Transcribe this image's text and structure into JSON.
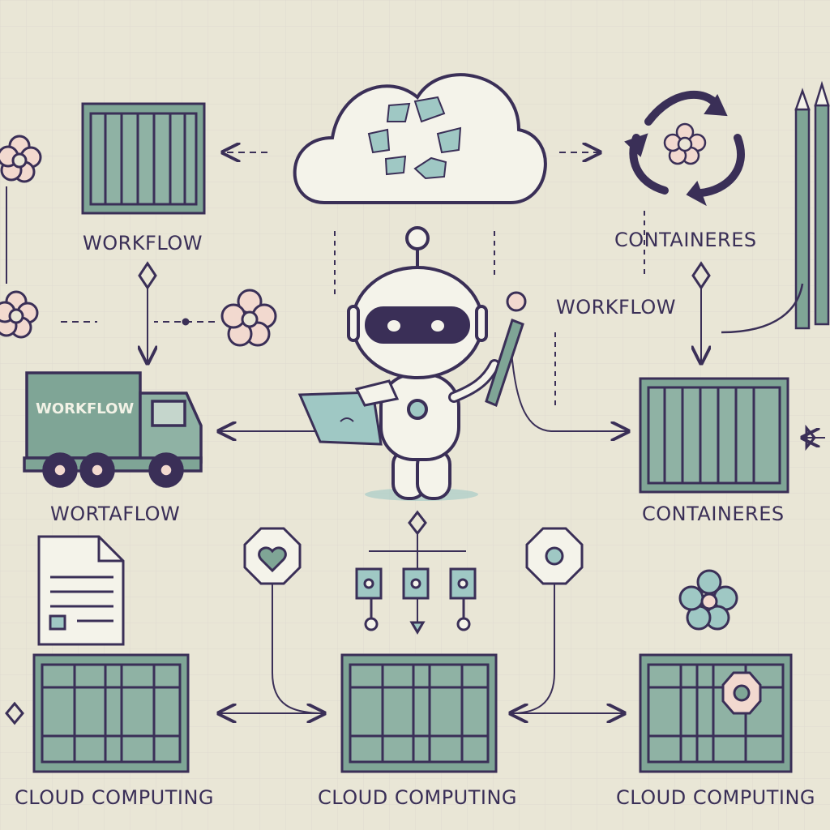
{
  "labels": {
    "top_left": "WORKFLOW",
    "top_right": "CONTAINERES",
    "mid_right_workflow": "WORKFLOW",
    "truck_side": "WORKFLOW",
    "below_truck": "WORTAFLOW",
    "mid_right_containers": "CONTAINERES",
    "bottom_left": "CLOUD COMPUTING",
    "bottom_center": "CLOUD COMPUTING",
    "bottom_right": "CLOUD COMPUTING"
  },
  "colors": {
    "background": "#e9e6d6",
    "outline": "#3a2f57",
    "container": "#7fa596",
    "cloud": "#f4f3ea",
    "flower_pink": "#f2d9cf",
    "flower_teal": "#9fc8c4"
  },
  "icons": [
    "cloud-icon",
    "recycle-icon",
    "robot-icon",
    "laptop-icon",
    "truck-icon",
    "document-icon",
    "shipping-container-icon",
    "flower-icon",
    "heart-icon",
    "pen-icon"
  ]
}
